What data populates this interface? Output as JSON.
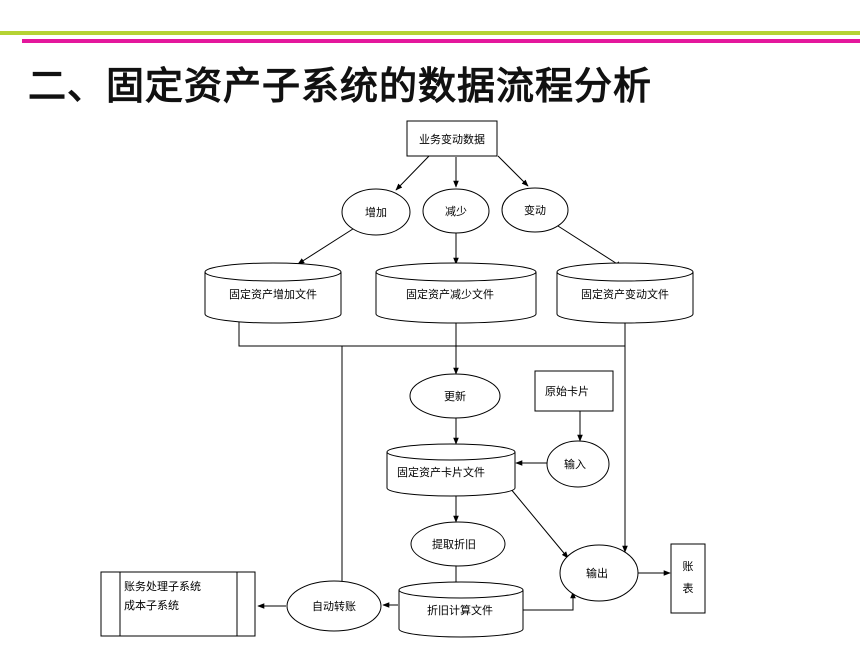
{
  "title": "二、固定资产子系统的数据流程分析",
  "nodes": {
    "source": "业务变动数据",
    "add": "增加",
    "reduce": "减少",
    "change": "变动",
    "add_file": "固定资产增加文件",
    "reduce_file": "固定资产减少文件",
    "change_file": "固定资产变动文件",
    "update": "更新",
    "original_card": "原始卡片",
    "input": "输入",
    "card_file": "固定资产卡片文件",
    "depreciate": "提取折旧",
    "output": "输出",
    "report": [
      "账",
      "表"
    ],
    "depr_file": "折旧计算文件",
    "auto_post": "自动转账",
    "external": [
      "账务处理子系统",
      "成本子系统"
    ]
  }
}
